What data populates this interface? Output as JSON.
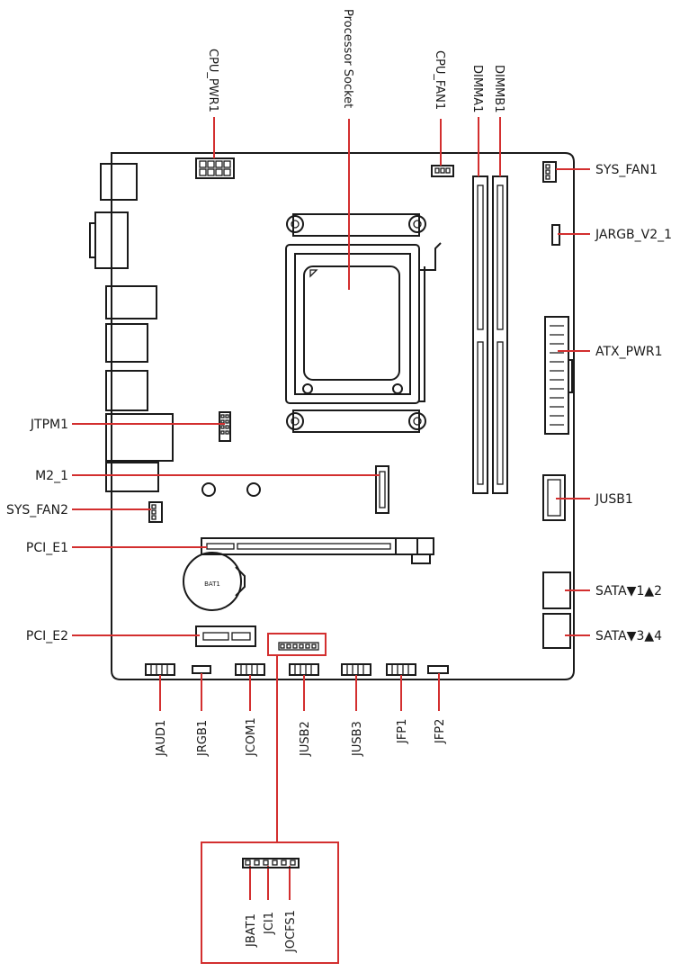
{
  "accent_color": "#d32f2f",
  "outline_color": "#1a1a1a",
  "labels": {
    "cpu_pwr1": "CPU_PWR1",
    "processor_socket": "Processor Socket",
    "cpu_fan1": "CPU_FAN1",
    "dimma1": "DIMMA1",
    "dimmb1": "DIMMB1",
    "sys_fan1": "SYS_FAN1",
    "jargb_v2_1": "JARGB_V2_1",
    "atx_pwr1": "ATX_PWR1",
    "jtpm1": "JTPM1",
    "m2_1": "M2_1",
    "sys_fan2": "SYS_FAN2",
    "jusb1": "JUSB1",
    "pci_e1": "PCI_E1",
    "sata12": "SATA▼1▲2",
    "pci_e2": "PCI_E2",
    "sata34": "SATA▼3▲4",
    "jaud1": "JAUD1",
    "jrgb1": "JRGB1",
    "jcom1": "JCOM1",
    "jusb2": "JUSB2",
    "jusb3": "JUSB3",
    "jfp1": "JFP1",
    "jfp2": "JFP2",
    "jbat1": "JBAT1",
    "jci1": "JCI1",
    "jocfs1": "JOCFS1",
    "bat1": "BAT1"
  }
}
